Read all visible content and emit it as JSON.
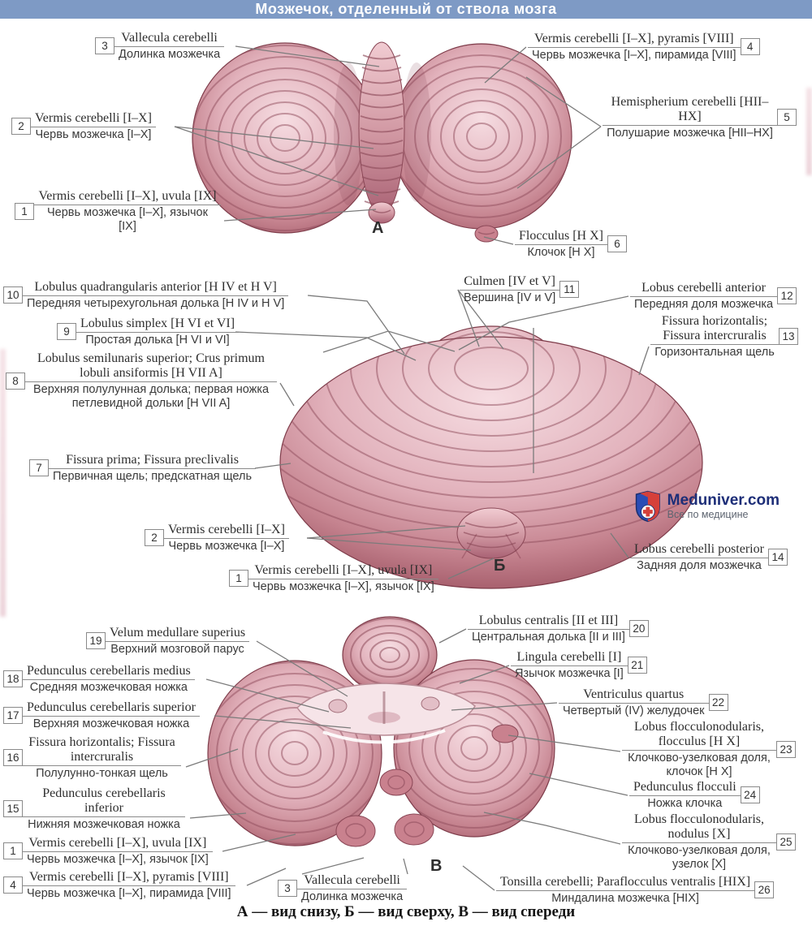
{
  "header": {
    "title": "Мозжечок, отделенный от ствола мозга"
  },
  "caption": "А — вид снизу, Б — вид сверху, В — вид спереди",
  "views": {
    "a": "А",
    "b": "Б",
    "v": "В"
  },
  "logo": {
    "site": "Meduniver.com",
    "tagline": "Все по медицине",
    "icon": "shield-cross-icon"
  },
  "colors": {
    "header_bg": "#7e9ac5",
    "leader_line": "#7b7b7b",
    "label_text": "#333333",
    "figure_pink_light": "#f6dde2",
    "figure_pink_dark": "#8f4a59",
    "logo_blue": "#2a4db5",
    "logo_red": "#d6403a"
  },
  "labels": [
    {
      "num": "3",
      "latin": "Vallecula cerebelli",
      "russian": "Долинка мозжечка"
    },
    {
      "num": "2",
      "latin": "Vermis cerebelli [I–X]",
      "russian": "Червь мозжечка [I–X]"
    },
    {
      "num": "1",
      "latin": "Vermis cerebelli [I–X], uvula [IX]",
      "russian": "Червь мозжечка [I–X], язычок [IX]"
    },
    {
      "num": "4",
      "latin": "Vermis cerebelli [I–X], pyramis [VIII]",
      "russian": "Червь мозжечка [I–X], пирамида [VIII]"
    },
    {
      "num": "5",
      "latin": "Hemispherium cerebelli [HII–HX]",
      "russian": "Полушарие мозжечка [HII–HX]"
    },
    {
      "num": "6",
      "latin": "Flocculus [H X]",
      "russian": "Клочок [H X]"
    },
    {
      "num": "10",
      "latin": "Lobulus quadrangularis anterior [H IV et H V]",
      "russian": "Передняя четырехугольная долька [H IV и H V]"
    },
    {
      "num": "9",
      "latin": "Lobulus simplex [H VI et VI]",
      "russian": "Простая долька [H VI и VI]"
    },
    {
      "num": "8",
      "latin": "Lobulus semilunaris superior; Crus primum lobuli ansiformis [H VII A]",
      "russian": "Верхняя полулунная долька; первая ножка петлевидной дольки [H VII A]"
    },
    {
      "num": "7",
      "latin": "Fissura prima; Fissura preclivalis",
      "russian": "Первичная щель; предскатная щель"
    },
    {
      "num": "11",
      "latin": "Culmen [IV et V]",
      "russian": "Вершина [IV и V]"
    },
    {
      "num": "12",
      "latin": "Lobus cerebelli anterior",
      "russian": "Передняя доля мозжечка"
    },
    {
      "num": "13",
      "latin": "Fissura horizontalis; Fissura intercruralis",
      "russian": "Горизонтальная щель"
    },
    {
      "num": "14",
      "latin": "Lobus cerebelli posterior",
      "russian": "Задняя доля мозжечка"
    },
    {
      "num": "2",
      "latin": "Vermis cerebelli [I–X]",
      "russian": "Червь мозжечка [I–X]"
    },
    {
      "num": "1",
      "latin": "Vermis cerebelli [I–X], uvula [IX]",
      "russian": "Червь мозжечка [I–X], язычок [IX]"
    },
    {
      "num": "19",
      "latin": "Velum medullare superius",
      "russian": "Верхний мозговой парус"
    },
    {
      "num": "18",
      "latin": "Pedunculus cerebellaris medius",
      "russian": "Средняя мозжечковая ножка"
    },
    {
      "num": "17",
      "latin": "Pedunculus cerebellaris superior",
      "russian": "Верхняя мозжечковая ножка"
    },
    {
      "num": "16",
      "latin": "Fissura horizontalis; Fissura intercruralis",
      "russian": "Полулунно-тонкая щель"
    },
    {
      "num": "15",
      "latin": "Pedunculus cerebellaris inferior",
      "russian": "Нижняя мозжечковая ножка"
    },
    {
      "num": "1",
      "latin": "Vermis cerebelli [I–X], uvula [IX]",
      "russian": "Червь мозжечка [I–X], язычок [IX]"
    },
    {
      "num": "4",
      "latin": "Vermis cerebelli [I–X], pyramis [VIII]",
      "russian": "Червь мозжечка [I–X], пирамида [VIII]"
    },
    {
      "num": "3",
      "latin": "Vallecula cerebelli",
      "russian": "Долинка мозжечка"
    },
    {
      "num": "20",
      "latin": "Lobulus centralis [II et III]",
      "russian": "Центральная долька [II и III]"
    },
    {
      "num": "21",
      "latin": "Lingula cerebelli [I]",
      "russian": "Язычок мозжечка [I]"
    },
    {
      "num": "22",
      "latin": "Ventriculus quartus",
      "russian": "Четвертый (IV) желудочек"
    },
    {
      "num": "23",
      "latin": "Lobus flocculonodularis, flocculus [H X]",
      "russian": "Клочково-узелковая доля, клочок [H X]"
    },
    {
      "num": "24",
      "latin": "Pedunculus flocculi",
      "russian": "Ножка клочка"
    },
    {
      "num": "25",
      "latin": "Lobus flocculonodularis, nodulus [X]",
      "russian": "Клочково-узелковая доля, узелок [X]"
    },
    {
      "num": "26",
      "latin": "Tonsilla cerebelli; Paraflocculus ventralis [HIX]",
      "russian": "Миндалина мозжечка [HIX]"
    }
  ]
}
